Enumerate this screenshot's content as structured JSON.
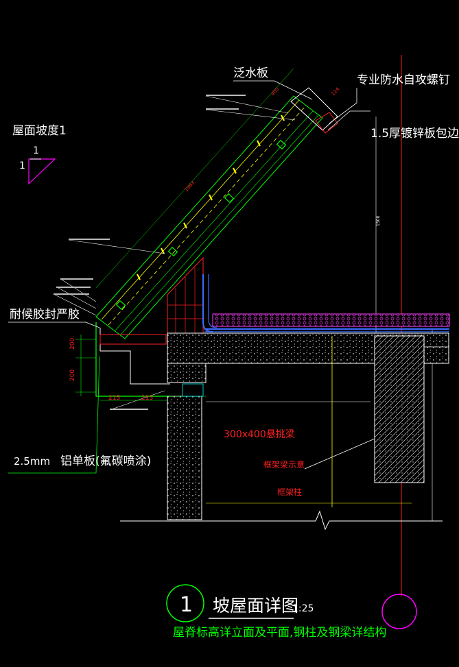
{
  "labels": {
    "flashing": "泛水板",
    "screw": "专业防水自攻螺钉",
    "zinc_plate": "1.5厚镀锌板包边",
    "slope_title": "屋面坡度1",
    "slope_top": "1",
    "slope_left": "1",
    "sealant": "耐候胶封严胶",
    "thickness": "2.5mm",
    "aluminum": "铝单板(氟碳喷涂)",
    "beam": "300x400悬挑梁",
    "frame_beam": "框架梁示意",
    "frame_col": "框架柱"
  },
  "dimensions": {
    "d200a": "200",
    "d200b": "200",
    "d215a": "215",
    "d215b": "215",
    "slope_len": "1963",
    "top_len": "400",
    "tip_len": "124",
    "height": "1500"
  },
  "title": {
    "number": "1",
    "name": "坡屋面详图",
    "scale": "1:25",
    "subtitle": "屋脊标高详立面及平面,钢柱及钢梁详结构"
  },
  "colors": {
    "white": "#ffffff",
    "green": "#00ff00",
    "yellow": "#ffff00",
    "red": "#ff2020",
    "magenta": "#ff00ff",
    "blue": "#3a6bff",
    "cyan": "#00ffff"
  }
}
